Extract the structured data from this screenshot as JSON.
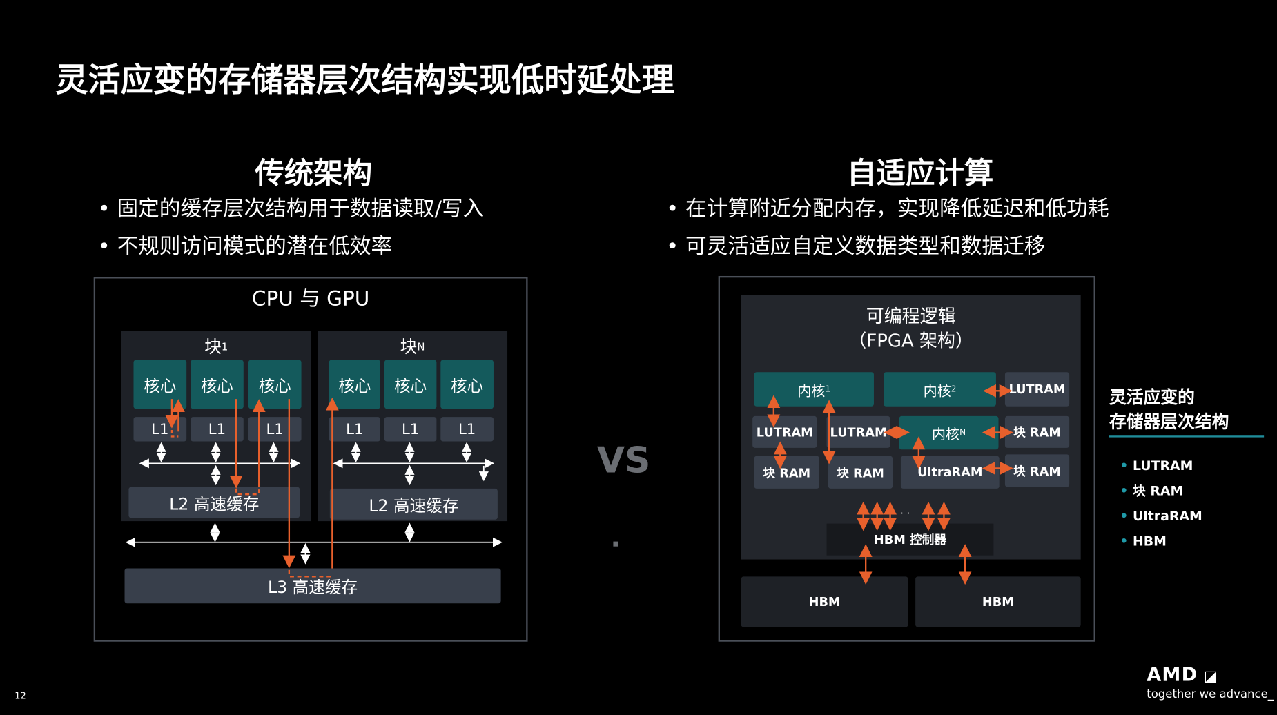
{
  "title": "灵活应变的存储器层次结构实现低时延处理",
  "left": {
    "heading": "传统架构",
    "bullets": [
      "固定的缓存层次结构用于数据读取/写入",
      "不规则访问模式的潜在低效率"
    ],
    "diagram": {
      "title": "CPU 与 GPU",
      "block1": "块",
      "block1_sub": "1",
      "blockN": "块",
      "blockN_sub": "N",
      "core": "核心",
      "l1": "L1",
      "l2": "L2 高速缓存",
      "l3": "L3 高速缓存"
    }
  },
  "vs": "VS",
  "right": {
    "heading": "自适应计算",
    "bullets": [
      "在计算附近分配内存，实现降低延迟和低功耗",
      "可灵活适应自定义数据类型和数据迁移"
    ],
    "diagram": {
      "title1": "可编程逻辑",
      "title2": "（FPGA 架构）",
      "kernel": "内核",
      "k1_sub": "1",
      "k2_sub": "2",
      "kN_sub": "N",
      "lutram": "LUTRAM",
      "block_ram": "块 RAM",
      "ultraram": "UltraRAM",
      "hbm_ctrl": "HBM 控制器",
      "hbm": "HBM",
      "ellipsis": ". . ."
    }
  },
  "sidebar": {
    "title1": "灵活应变的",
    "title2": "存储器层次结构",
    "items": [
      "LUTRAM",
      "块 RAM",
      "UltraRAM",
      "HBM"
    ]
  },
  "footer": {
    "page": "12",
    "logo": "AMD",
    "tagline": "together we advance_"
  },
  "colors": {
    "teal": "#145a5c",
    "orange": "#e8602c",
    "accent": "#1f8c99"
  }
}
